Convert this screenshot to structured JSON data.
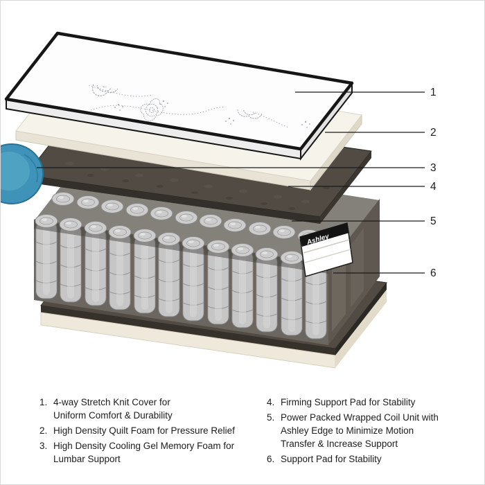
{
  "page": {
    "background": "#ffffff",
    "frame_border": "#d8d8d8"
  },
  "callouts": [
    {
      "number": "1"
    },
    {
      "number": "2"
    },
    {
      "number": "3"
    },
    {
      "number": "4"
    },
    {
      "number": "5"
    },
    {
      "number": "6"
    }
  ],
  "legend": {
    "items": [
      {
        "num": "1.",
        "lines": [
          "4-way Stretch Knit Cover for",
          "Uniform Comfort & Durability"
        ]
      },
      {
        "num": "2.",
        "lines": [
          "High Density Quilt Foam for Pressure Relief"
        ]
      },
      {
        "num": "3.",
        "lines": [
          "High Density Cooling Gel Memory Foam for",
          "Lumbar Support"
        ]
      },
      {
        "num": "4.",
        "lines": [
          "Firming Support Pad for Stability"
        ]
      },
      {
        "num": "5.",
        "lines": [
          "Power Packed Wrapped Coil Unit with",
          "Ashley Edge to Minimize Motion",
          "Transfer & Increase Support"
        ]
      },
      {
        "num": "6.",
        "lines": [
          "Support Pad for Stability"
        ]
      }
    ]
  },
  "illustration": {
    "badge_label": "Ashley",
    "layers": [
      "stretch-knit-quilted-cover",
      "quilt-foam",
      "cooling-gel-memory-foam",
      "firming-support-pad",
      "wrapped-coil-unit",
      "support-pad"
    ],
    "colors": {
      "gel_blue": "#3f93b8",
      "pad_dark": "#514b44",
      "coil_gray": "#c6c6c6",
      "base_cream": "#efe9dc",
      "quilt_border": "#161616",
      "callout_line": "#1a1a1a"
    }
  }
}
